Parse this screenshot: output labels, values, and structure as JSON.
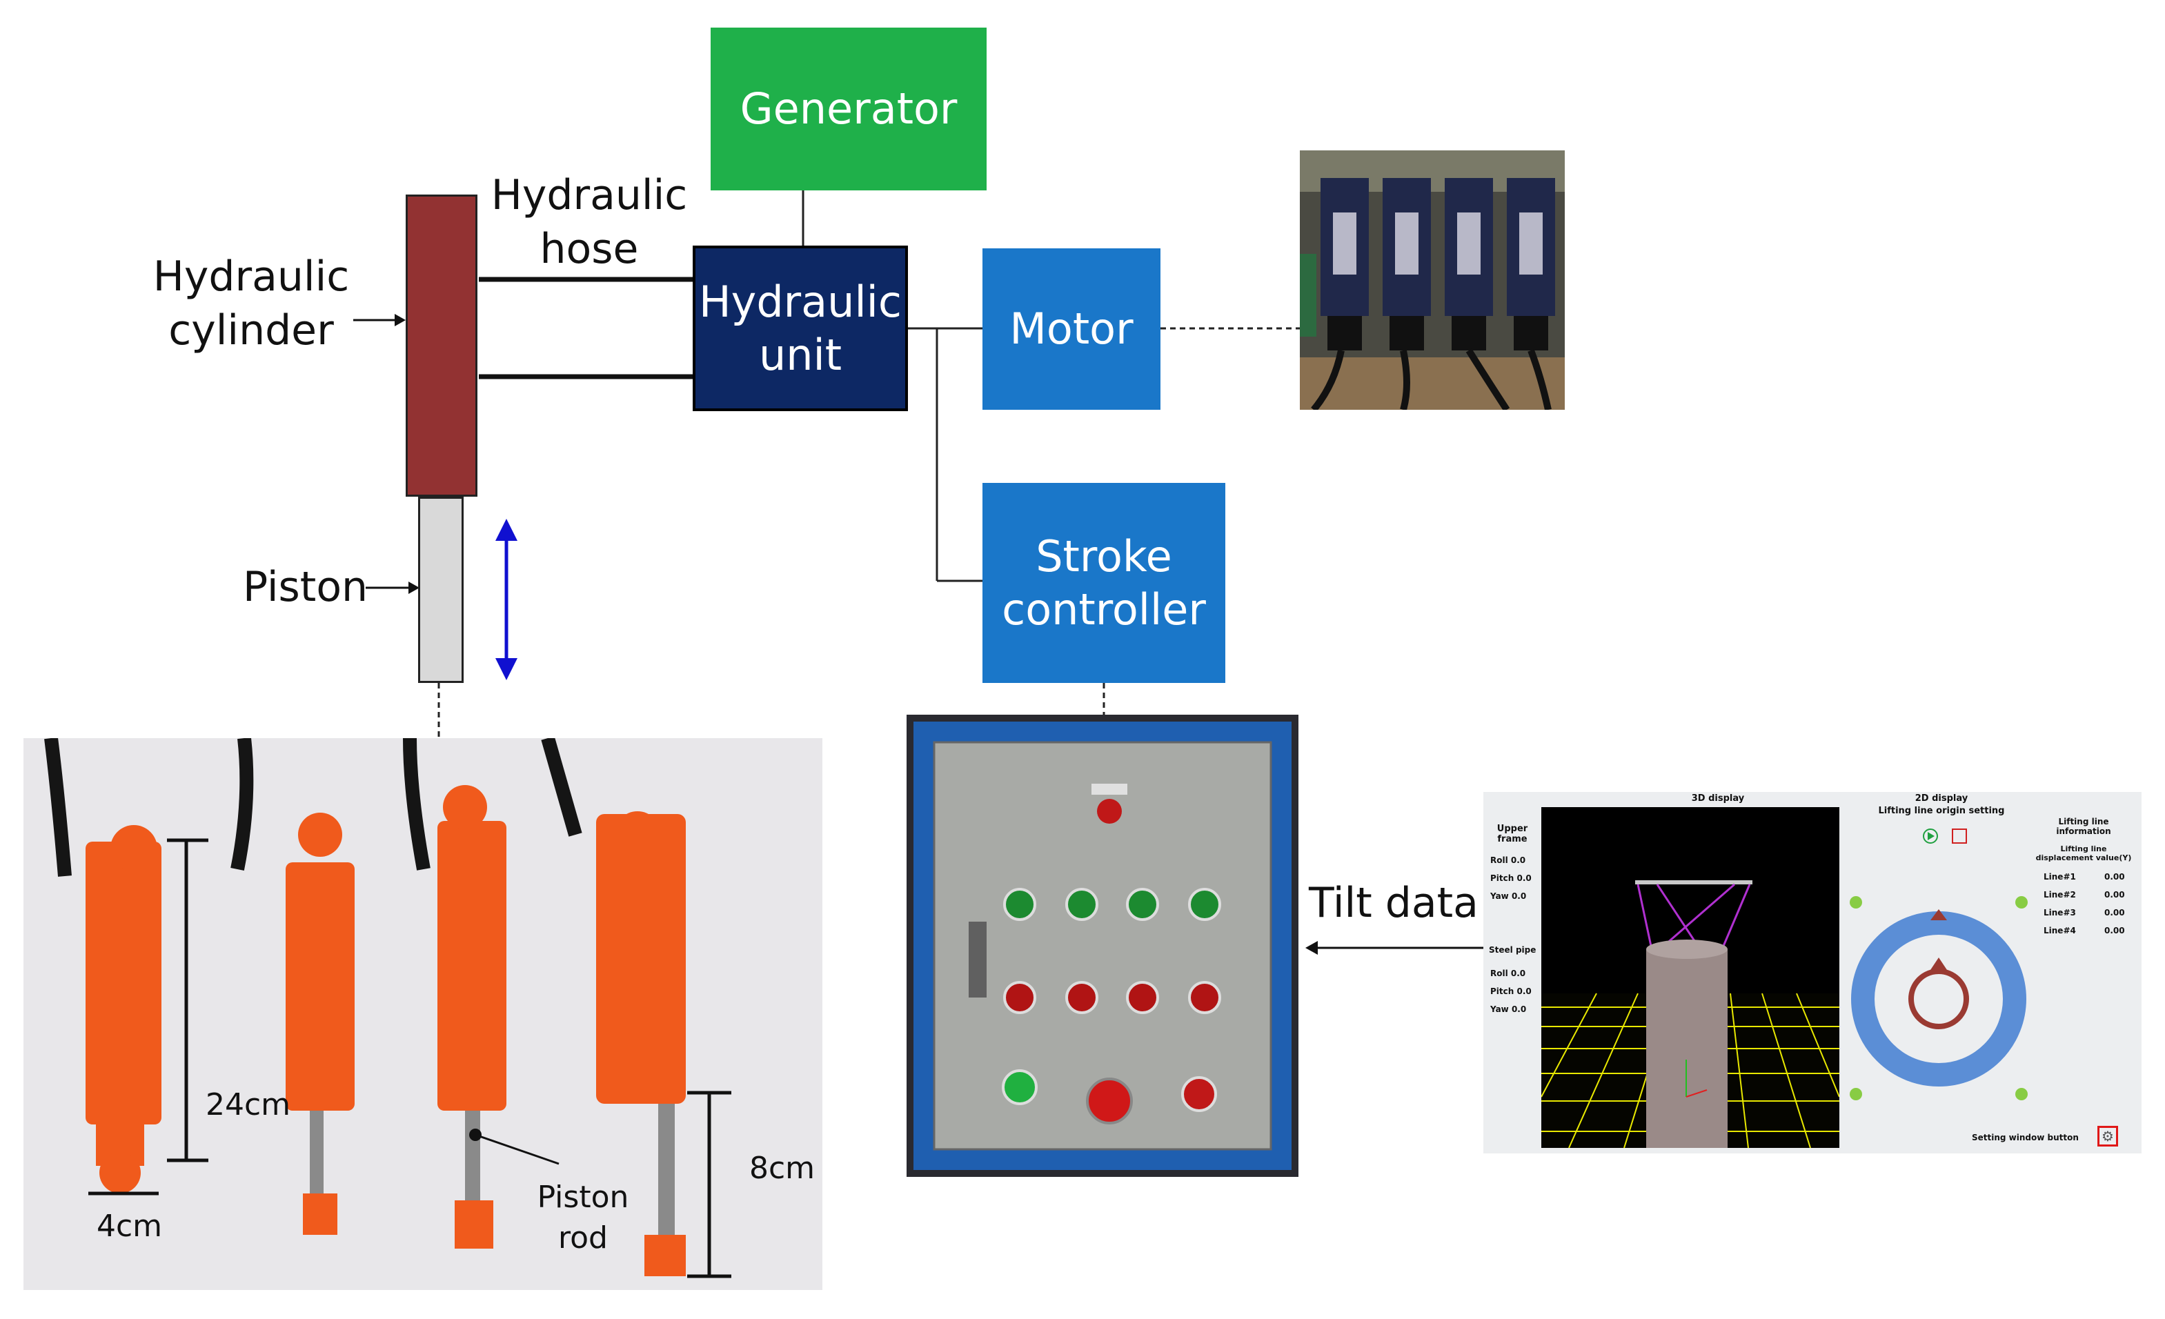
{
  "colors": {
    "generator": "#1fb04a",
    "hydraulic_unit": "#0d2864",
    "motor": "#1a77c9",
    "stroke_controller": "#1a77c9",
    "cylinder_body": "#923232",
    "piston": "#d9d9d9",
    "arrow_blue": "#1010d0",
    "cylinder_orange": "#f05a1c"
  },
  "blocks": {
    "generator": "Generator",
    "hydraulic_unit": "Hydraulic\nunit",
    "motor": "Motor",
    "stroke_controller": "Stroke\ncontroller"
  },
  "labels": {
    "hydraulic_hose": "Hydraulic\nhose",
    "hydraulic_cylinder": "Hydraulic\ncylinder",
    "piston": "Piston",
    "tilt_data": "Tilt data"
  },
  "photo_cylinders": {
    "dim_24": "24cm",
    "dim_4": "4cm",
    "dim_8": "8cm",
    "piston_rod": "Piston\nrod"
  },
  "software": {
    "panel_3d_title": "3D display",
    "panel_2d_title": "2D display",
    "origin_setting": "Lifting line origin setting",
    "upper_frame": "Upper\nframe",
    "upper_values": [
      "Roll  0.0",
      "Pitch 0.0",
      "Yaw  0.0"
    ],
    "steel_pipe": "Steel pipe",
    "steel_values": [
      "Roll  0.0",
      "Pitch 0.0",
      "Yaw  0.0"
    ],
    "lifting_info_title": "Lifting line\ninformation",
    "displacement_header": "Lifting line\ndisplacement value(Y)",
    "lines": [
      {
        "name": "Line#1",
        "value": "0.00"
      },
      {
        "name": "Line#2",
        "value": "0.00"
      },
      {
        "name": "Line#3",
        "value": "0.00"
      },
      {
        "name": "Line#4",
        "value": "0.00"
      }
    ],
    "setting_window_button": "Setting window button"
  }
}
